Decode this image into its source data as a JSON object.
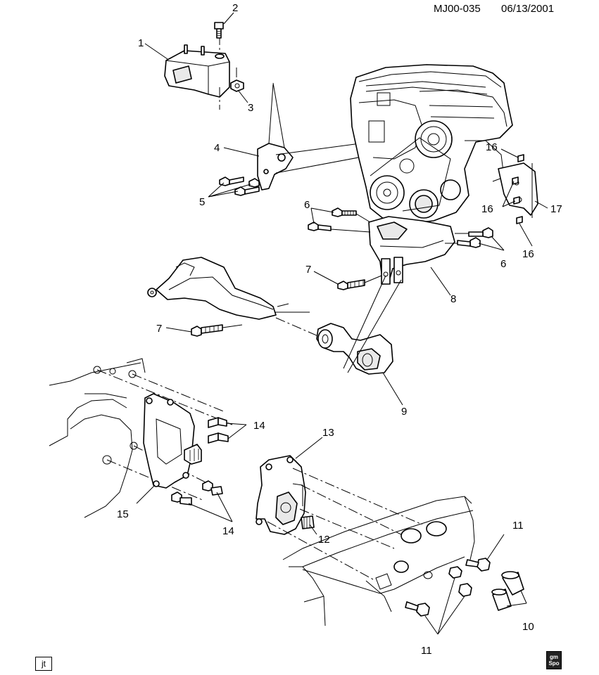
{
  "header": {
    "drawing_id": "MJ00-035",
    "date": "06/13/2001"
  },
  "callouts": [
    {
      "id": "c1",
      "text": "1"
    },
    {
      "id": "c2",
      "text": "2"
    },
    {
      "id": "c3",
      "text": "3"
    },
    {
      "id": "c4",
      "text": "4"
    },
    {
      "id": "c5",
      "text": "5"
    },
    {
      "id": "c6a",
      "text": "6"
    },
    {
      "id": "c6b",
      "text": "6"
    },
    {
      "id": "c7a",
      "text": "7"
    },
    {
      "id": "c7b",
      "text": "7"
    },
    {
      "id": "c8",
      "text": "8"
    },
    {
      "id": "c9",
      "text": "9"
    },
    {
      "id": "c10",
      "text": "10"
    },
    {
      "id": "c11a",
      "text": "11"
    },
    {
      "id": "c11b",
      "text": "11"
    },
    {
      "id": "c12",
      "text": "12"
    },
    {
      "id": "c13",
      "text": "13"
    },
    {
      "id": "c14a",
      "text": "14"
    },
    {
      "id": "c14b",
      "text": "14"
    },
    {
      "id": "c15",
      "text": "15"
    },
    {
      "id": "c16a",
      "text": "16"
    },
    {
      "id": "c16b",
      "text": "16"
    },
    {
      "id": "c16c",
      "text": "16"
    },
    {
      "id": "c17",
      "text": "17"
    }
  ],
  "footer": {
    "badge": "jt",
    "logo_line1": "gm",
    "logo_line2": "Spo"
  }
}
